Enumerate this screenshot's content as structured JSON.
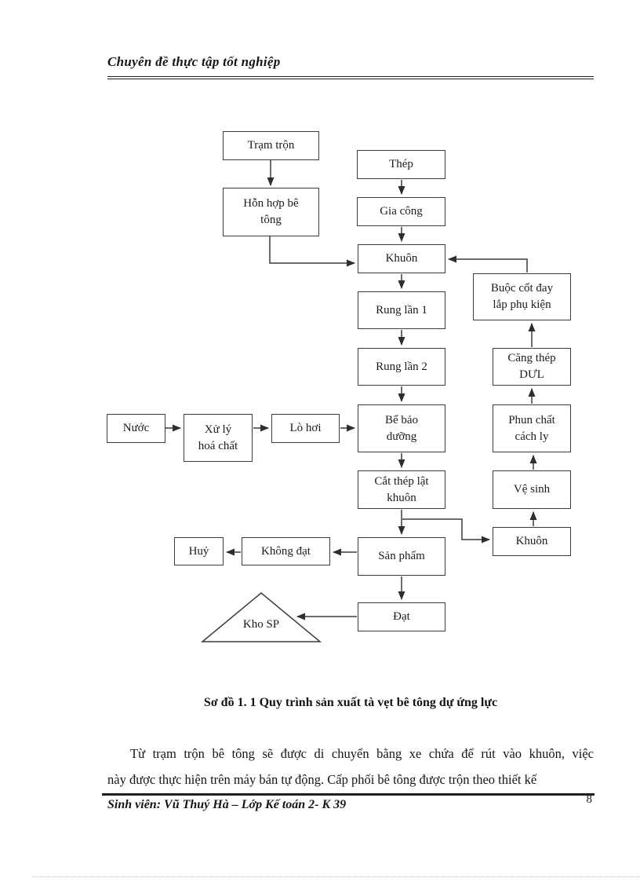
{
  "page": {
    "header_title": "Chuyên  đề thực tập tốt nghiệp",
    "caption": "Sơ đồ 1. 1 Quy trình sản xuất tà vẹt bê tông dự ứng lực",
    "paragraph_lines": [
      "Từ trạm trộn bê tông sẽ được di chuyển bằng xe chứa để rút vào khuôn, việc",
      "này được thực hiện trên máy bán tự động. Cấp phối bê tông được trộn theo thiết kế"
    ],
    "footer_author": "Sinh viên: Vũ Thuý Hà – Lớp Kế toán 2- K 39",
    "page_number": "8"
  },
  "flowchart": {
    "nodes": {
      "tram_tron": "Trạm trộn",
      "thep": "Thép",
      "hon_hop_be_tong": "Hỗn hợp bê\ntông",
      "gia_cong": "Gia công",
      "khuon_center": "Khuôn",
      "rung_lan_1": "Rung lần 1",
      "rung_lan_2": "Rung lần 2",
      "be_bao_duong": "Bể bảo\ndưỡng",
      "nuoc": "Nước",
      "xu_ly_hoa_chat": "Xử lý\nhoá chất",
      "lo_hoi": "Lò hơi",
      "cat_thep_lat_khuon": "Cắt thép lật\nkhuôn",
      "buoc_cot_day": "Buộc cốt đay\nlắp phụ kiện",
      "cang_thep_dul": "Căng thép\nDƯL",
      "phun_chat_cach_ly": "Phun chất\ncách ly",
      "ve_sinh": "Vệ sinh",
      "khuon_right": "Khuôn",
      "san_pham": "Sản phẩm",
      "khong_dat": "Không đạt",
      "huy": "Huỷ",
      "dat": "Đạt",
      "kho_sp": "Kho SP"
    }
  }
}
